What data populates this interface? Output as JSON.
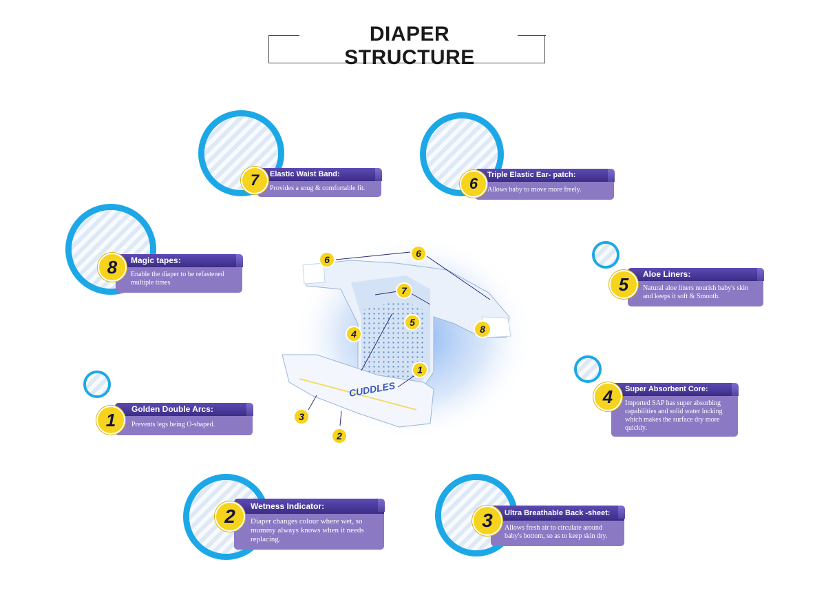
{
  "title": "DIAPER STRUCTURE",
  "callouts": [
    {
      "num": "7",
      "heading": "Elastic Waist Band:",
      "text": "Provides a snug & comfortable fit."
    },
    {
      "num": "6",
      "heading": "Triple Elastic Ear- patch:",
      "text": "Allows baby to move more freely."
    },
    {
      "num": "8",
      "heading": "Magic tapes:",
      "text": "Enable the diaper to be refastened multiple times"
    },
    {
      "num": "5",
      "heading": "Aloe Liners:",
      "text": "Natural aloe liners nourish baby's skin and keeps it soft & Smooth."
    },
    {
      "num": "1",
      "heading": "Golden Double Arcs:",
      "text": "Prevents legs being O-shaped."
    },
    {
      "num": "4",
      "heading": "Super Absorbent Core:",
      "text": "Imported SAP has super absorbing capabilities and solid water locking which makes the surface dry more quickly."
    },
    {
      "num": "2",
      "heading": "Wetness Indicator:",
      "text": "Diaper changes colour where wet, so mummy always knows when it needs replacing."
    },
    {
      "num": "3",
      "heading": "Ultra Breathable Back -sheet:",
      "text": "Allows fresh air to circulate around baby's bottom, so as to keep skin dry."
    }
  ],
  "diagram_labels": {
    "l6a": "6",
    "l6b": "6",
    "l7": "7",
    "l4": "4",
    "l5": "5",
    "l8": "8",
    "l1": "1",
    "l3": "3",
    "l2": "2"
  },
  "brand": "CUDDLES",
  "colors": {
    "ring": "#1ca8e6",
    "badge": "#f6d31c",
    "header": "#3a2d86",
    "body": "#8b79c4"
  }
}
